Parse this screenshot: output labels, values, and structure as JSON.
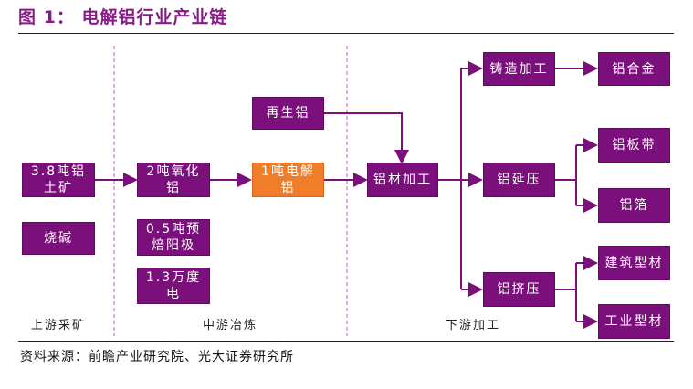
{
  "title": "图 1：  电解铝行业产业链",
  "nodes": {
    "bauxite": "3.8吨铝\n土矿",
    "caustic_soda": "烧碱",
    "alumina": "2吨氧化\n铝",
    "anode": "0.5吨预\n焙阳极",
    "electricity": "1.3万度\n电",
    "recycled": "再生铝",
    "electrolytic": "1吨电解\n铝",
    "processing": "铝材加工",
    "casting": "铸造加工",
    "rolling": "铝延压",
    "extrusion": "铝挤压",
    "alloy": "铝合金",
    "strip": "铝板带",
    "foil": "铝箔",
    "building_profile": "建筑型材",
    "industrial_profile": "工业型材"
  },
  "stages": {
    "upstream": "上游采矿",
    "midstream": "中游冶炼",
    "downstream": "下游加工"
  },
  "source": "资料来源：前瞻产业研究院、光大证券研究所",
  "colors": {
    "purple": "#7b0f7b",
    "orange": "#f07d2a",
    "title": "#8b1a89",
    "divider": "#c77dc6"
  }
}
